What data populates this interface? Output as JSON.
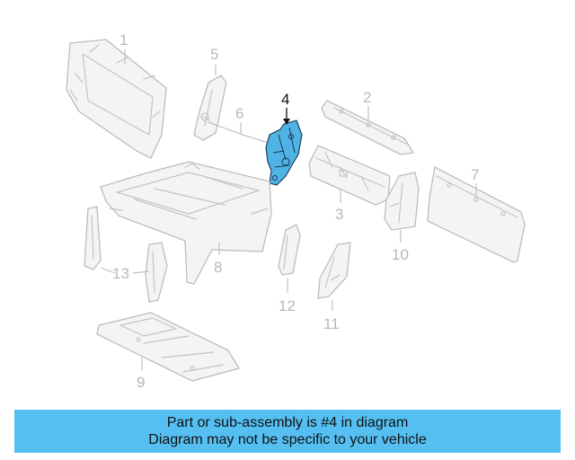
{
  "diagram": {
    "highlight_color": "#4fb3e6",
    "callouts": {
      "c1": "1",
      "c2": "2",
      "c3": "3",
      "c4": "4",
      "c5": "5",
      "c6": "6",
      "c7": "7",
      "c8": "8",
      "c9": "9",
      "c10": "10",
      "c11": "11",
      "c12": "12",
      "c13": "13"
    },
    "highlighted_part": "4"
  },
  "banner": {
    "background": "#55bff2",
    "line1": "Part or sub-assembly is #4 in diagram",
    "line2": "Diagram may not be specific to your vehicle"
  }
}
